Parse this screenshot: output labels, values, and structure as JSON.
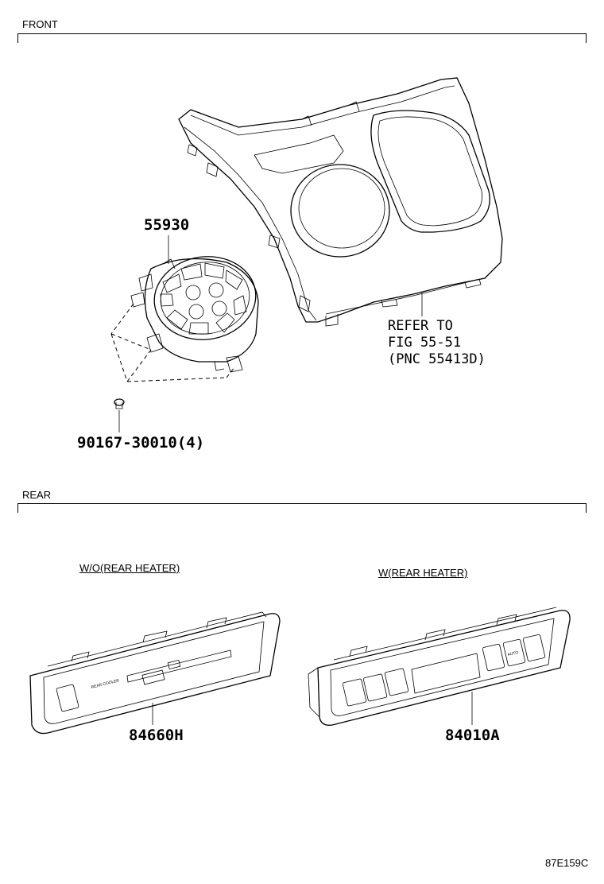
{
  "sections": {
    "front": {
      "label": "FRONT"
    },
    "rear": {
      "label": "REAR"
    }
  },
  "front": {
    "switch_part": "55930",
    "screw_part": "90167-30010(4)",
    "refer": {
      "line1": "REFER TO",
      "line2": "FIG 55-51",
      "line3": "(PNC 55413D)"
    }
  },
  "rear": {
    "left": {
      "variant": "W/O(REAR HEATER)",
      "part": "84660H",
      "panel_text": "REAR COOLER"
    },
    "right": {
      "variant": "W(REAR HEATER)",
      "part": "84010A",
      "panel_text": "AUTO"
    }
  },
  "figure_code": "87E159C"
}
